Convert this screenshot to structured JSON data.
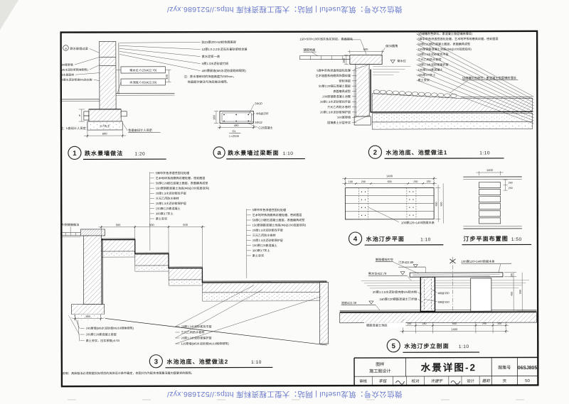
{
  "watermark": {
    "text": "微信公众号：筑龙useful | 网站：大型工程资料库 https://521686.xyz/"
  },
  "details": {
    "d1": {
      "ref_mark": "a",
      "ref_label": "跌水景墙过梁",
      "left_layers": [
        "490厚景墙",
        "(M5水泥砂浆砌体砌筑)",
        "贴水景面材",
        "20厚水泥砂浆掺5%防水粉"
      ],
      "right_layers": [
        "贴23厚200×50棕色劈离砖",
        "12厚1:0.2:2水泥石灰膏砂浆结合层",
        "素水泥浆一道",
        "5厚1:3水泥砂浆打底",
        "490厚景墙(M5水泥砂浆砌体砌筑)"
      ],
      "level_water": "常水位-0.23(422.79)",
      "level_bottom": "水池底-0.63(422.39)",
      "note_line1": "注：跌水墙砖材的饰面高度为650mm，",
      "note_line2": "饰面部分做法与池底做法相同。",
      "soil_label": "3:7灰土",
      "base_note": "垫层由设计人员定",
      "h_note": "注：h由设计人员定",
      "dim_h": "h",
      "dim_level": "400",
      "dim_width": "600",
      "title": {
        "num": "1",
        "text": "跌水景墙做法",
        "scale": "1:20"
      }
    },
    "da": {
      "rebar_top": "3Φ10",
      "stirrup": "Φ6@200",
      "rebar_bottom": "3Φ12",
      "concrete": "C20混凝土",
      "gl": "GL",
      "span": "L<2500",
      "dim_width": "490",
      "dim_height": "180",
      "title": {
        "num": "a",
        "text": "跌水景墙过梁断面",
        "scale": "1:10"
      }
    },
    "d2": {
      "coping_label": "150×500×1000浅灰色花岗岩，表面烧毛",
      "paving_label": "铺装地面",
      "corner_label": "倒30圆角",
      "water_label": "常水位",
      "dim_coping": "500",
      "dim_coping_h": "150",
      "left_layers": [
        "5厚中灰色渗透性固化处理",
        "艺术墙面系统磨具饰面纹理",
        "密封涂层",
        "50厚C20细石混凝土面层",
        "表面磨具成型",
        "200厚钢筋混凝土池壁",
        "20厚1:3水泥砂浆找平层",
        "三元乙丙防水卷材",
        "20厚1:3水泥砂浆保护层",
        "100厚砖墙",
        "回填素土分层夯实"
      ],
      "right_layers": [
        "(边缘镶灰色卵石，素混凝土垫层铺底埋设)",
        "5厚中灰色渗透性固化处理，艺术地坪系统磨具纹理，密封面层",
        "50厚C20细石混凝土面层，表面磨具成型",
        "150厚钢筋混凝土池底(Φ8@200双层双向)",
        "20厚1:3水泥砂浆找平层",
        "三元乙丙防水卷材",
        "20厚1:3水泥砂浆保护层",
        "100厚C20素混凝土",
        "300厚3:7灰土",
        "素土夯实"
      ],
      "pebble_label": "边缘镶灰色卵石，素混凝土垫层铺底埋设",
      "title": {
        "num": "2",
        "text": "水池池底、池壁做法1",
        "scale": "1:10"
      }
    },
    "d4": {
      "dim_total": "1400",
      "dims": [
        "180",
        "240",
        "600",
        "240",
        "180"
      ],
      "dim_side_inner": "480",
      "dim_side_outer": "500",
      "plank_label": "100厚120×1400防腐木条",
      "title": {
        "num": "4",
        "text": "水池汀步平面",
        "scale": "1:10"
      }
    },
    "layout_plan": {
      "dim_total": "1400",
      "side_dims": [
        "250",
        "250"
      ],
      "title": {
        "text": "汀步平面布置图",
        "scale": "1:50"
      }
    },
    "d3": {
      "outside_label": "外侧铺装做法",
      "stack_a": [
        "5厚中灰色渗透性固化处理",
        "艺术地坪系统磨具纹理处理，密封面层",
        "50厚C20细石混凝土面层，表面磨具成型",
        "150厚钢筋混凝土池底(Φ8@200双层双向)",
        "20厚1:3水泥砂浆找平层",
        "三元乙丙防水卷材",
        "20厚1:3水泥砂浆保护层",
        "150厚C20素混凝土",
        "300厚3:7灰土",
        "素土夯实"
      ],
      "stack_b": [
        "5厚中灰色渗透性固化处理",
        "艺术地坪系统磨具纹理处理，密封面层",
        "50厚C20细石混凝土面层，表面磨具成型",
        "150厚钢筋混凝土池底(Φ8@200双层双向)",
        "20厚1:3水泥砂浆找平层",
        "三元乙丙防水卷材",
        "20厚1:3水泥砂浆保护层",
        "100厚C20素混凝土",
        "300厚3:7灰土",
        "素土夯实"
      ],
      "dims_steps": [
        "500",
        "500",
        "500"
      ],
      "dim_footing": "360",
      "bottom_left": [
        "240厚墙(M5水泥砂浆MU10砌体砌筑)",
        "200厚C20素混凝土垫层",
        "素土夯实，压实系数≥0.93"
      ],
      "bottom_right": [
        "20厚1:3水泥砂浆找平层",
        "三元乙丙防水卷材",
        "20厚1:3水泥砂浆保护层",
        "120厚墙(M5水泥砂浆MU10砌体砌筑)"
      ],
      "title": {
        "num": "3",
        "text": "水池池底、池壁做法2",
        "scale": "1:10"
      }
    },
    "d5": {
      "bolt_label": "膨胀螺栓钉牢",
      "step_level": "汀步422.89",
      "plank_label": "100厚120×1400防腐木条",
      "water_level": "常水位422.79",
      "mortar_label": "20厚1:2.5水泥砂浆内掺5%防水粉",
      "pier_label": "240厚C20钢筋混凝土汀步墩",
      "rebar1": "Φ8@150",
      "rebar2": "Φ8@150",
      "bottom_level": "池底422.39",
      "slab_label": "钢筋混凝土池底",
      "dims": [
        "180",
        "240",
        "600",
        "240",
        "180"
      ],
      "dim_total": "1400",
      "side_dims": [
        "100",
        "400",
        "500"
      ],
      "title": {
        "num": "5",
        "text": "水池汀步立剖面",
        "scale": "1:10"
      }
    }
  },
  "footnote": "说明：具体做法必须根据实际项目的具体设计条件确定，本图只作为配合本图集深度内容要求的图例。",
  "titleblock": {
    "category_line1": "图样",
    "category_line2": "施工图设计",
    "drawing_title": "水景详图-2",
    "atlas_label": "图集号",
    "atlas_number": "06SJ805",
    "review_label": "审核",
    "review_name": "李铭",
    "check_label": "校对",
    "check_name": "许建宇",
    "design_label": "设计",
    "design_name": "聂莉",
    "page_label": "页",
    "page_number": "50"
  }
}
